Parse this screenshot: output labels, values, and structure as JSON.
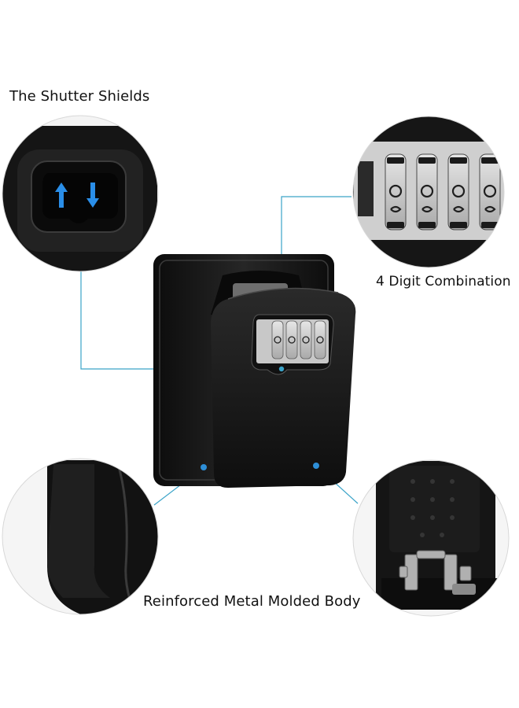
{
  "labels": {
    "shutter": "The Shutter Shields",
    "combination": "4 Digit Combination",
    "body": "Reinforced Metal Molded Body"
  },
  "colors": {
    "callout_line": "#3aa3c8",
    "accent_dot": "#2e8fd8",
    "arrow_blue": "#2a8ee8",
    "box_black": "#141414"
  }
}
